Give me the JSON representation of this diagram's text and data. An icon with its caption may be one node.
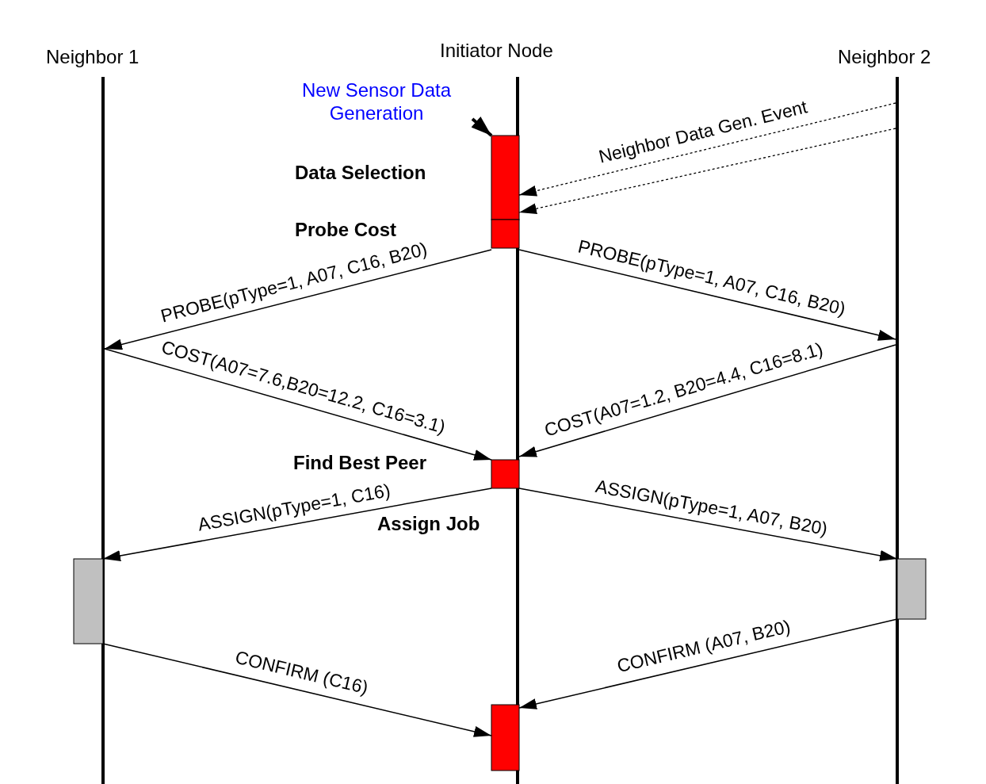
{
  "diagram": {
    "nodes": [
      {
        "text": [
          "Neighbor 1"
        ]
      },
      {
        "text": [
          "Initiator Node"
        ]
      },
      {
        "text": [
          "Neighbor 2"
        ]
      },
      {
        "text": [],
        "shape": "bar"
      },
      {
        "text": [],
        "shape": "bar"
      },
      {
        "text": [],
        "shape": "bar"
      },
      {
        "text": [
          "New Sensor Data Generation"
        ]
      },
      {
        "text": [],
        "shape": "box"
      },
      {
        "text": [],
        "shape": "box"
      },
      {
        "text": [],
        "shape": "box"
      },
      {
        "text": [],
        "shape": "box"
      },
      {
        "text": [],
        "shape": "box"
      },
      {
        "text": [],
        "shape": "box"
      }
    ],
    "edges": [
      {
        "from": 6,
        "to": 7,
        "arrow": "to",
        "style": "thick"
      },
      {
        "from": 5,
        "to": 7,
        "arrow": "to",
        "style": "dashed",
        "label": "Neighbor Data Gen. Event"
      },
      {
        "from": 5,
        "to": 7,
        "arrow": "to",
        "style": "dashed"
      },
      {
        "from": 8,
        "to": 3,
        "arrow": "to",
        "label": "PROBE(pType=1, A07, C16, B20)"
      },
      {
        "from": 8,
        "to": 5,
        "arrow": "to",
        "label": "PROBE(pType=1, A07, C16, B20)"
      },
      {
        "from": 3,
        "to": 9,
        "arrow": "to",
        "label": "COST(A07=7.6,B20=12.2, C16=3.1)"
      },
      {
        "from": 5,
        "to": 9,
        "arrow": "to",
        "label": "COST(A07=1.2, B20=4.4, C16=8.1)"
      },
      {
        "from": 9,
        "to": 10,
        "arrow": "to",
        "label": "ASSIGN(pType=1, C16)"
      },
      {
        "from": 9,
        "to": 11,
        "arrow": "to",
        "label": "ASSIGN(pType=1, A07, B20)"
      },
      {
        "from": 10,
        "to": 12,
        "arrow": "to",
        "label": "CONFIRM (C16)"
      },
      {
        "from": 11,
        "to": 12,
        "arrow": "to",
        "label": "CONFIRM (A07, B20)"
      }
    ],
    "labels": [
      "Data Selection",
      "Probe Cost",
      "Find Best Peer",
      "Assign Job"
    ]
  }
}
